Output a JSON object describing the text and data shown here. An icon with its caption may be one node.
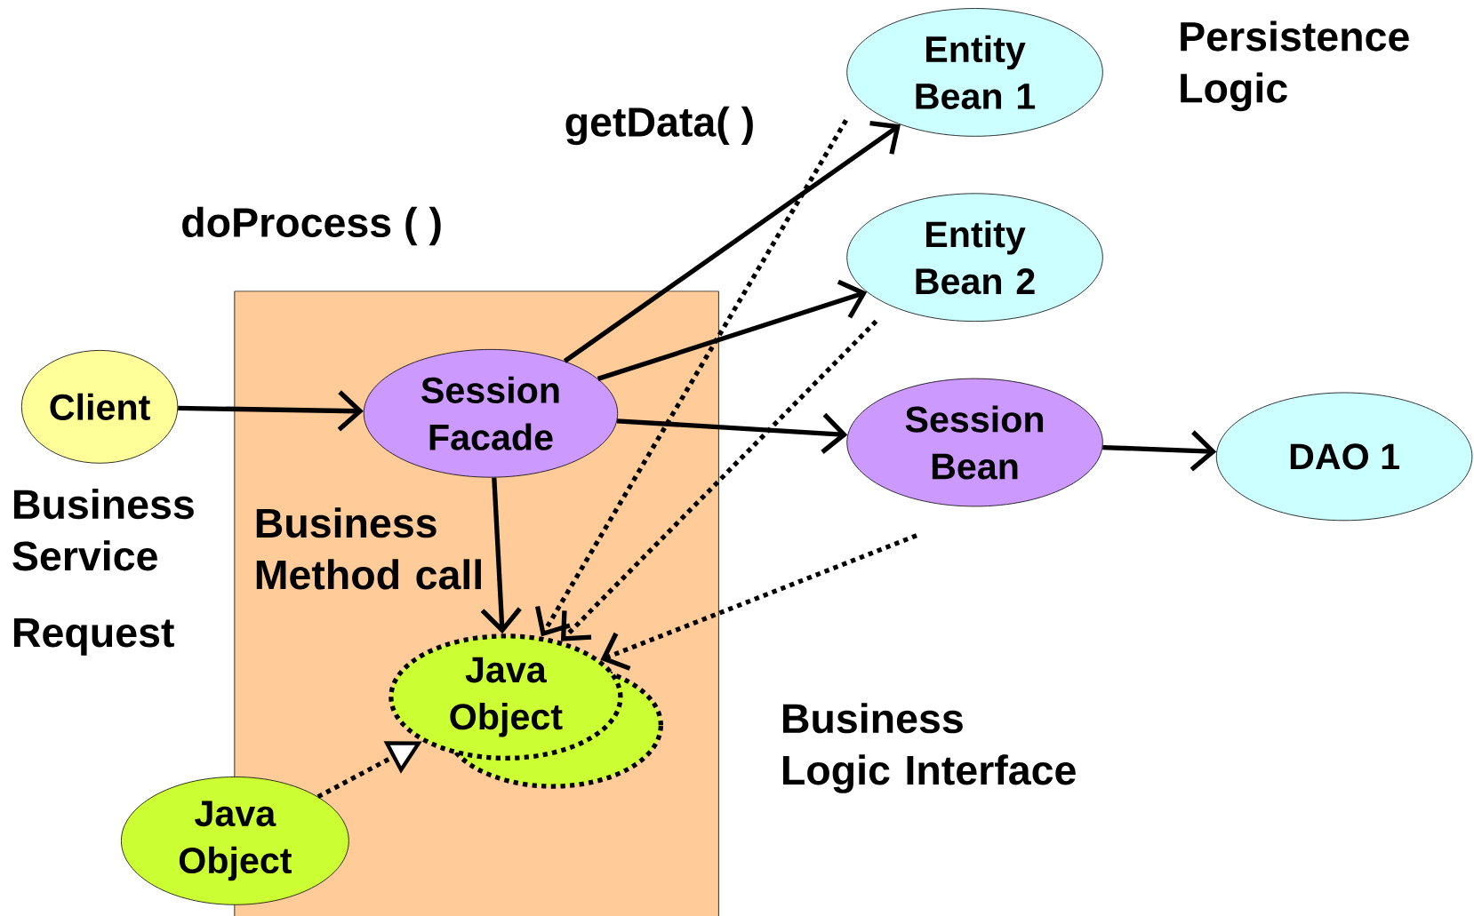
{
  "diagram": {
    "nodes": [
      {
        "text": [
          "Entity Bean 1"
        ]
      },
      {
        "text": [
          "Entity Bean 2"
        ]
      },
      {
        "text": [
          "Client"
        ]
      },
      {
        "text": [
          "Business Method call"
        ]
      },
      {
        "text": [
          "Session Facade"
        ],
        "in": 3
      },
      {
        "text": [
          "Session Bean"
        ]
      },
      {
        "text": [
          "DAO 1"
        ]
      },
      {
        "text": [
          "Java Object"
        ],
        "in": 3
      },
      {
        "text": [
          "Java Object"
        ]
      }
    ],
    "edges": [
      {
        "from": 2,
        "to": 4,
        "arrow": "to"
      },
      {
        "from": 4,
        "to": 0,
        "arrow": "to"
      },
      {
        "from": 4,
        "to": 1,
        "arrow": "to"
      },
      {
        "from": 4,
        "to": 5,
        "arrow": "to"
      },
      {
        "from": 5,
        "to": 6,
        "arrow": "to"
      },
      {
        "from": 4,
        "to": 7,
        "arrow": "to"
      },
      {
        "from": null,
        "to": 7,
        "arrow": "to",
        "style": "dashed"
      },
      {
        "from": null,
        "to": 7,
        "arrow": "to",
        "style": "dashed"
      },
      {
        "from": null,
        "to": 7,
        "arrow": "to",
        "style": "dashed"
      },
      {
        "from": 8,
        "to": 7,
        "arrow": "to",
        "style": "dashed"
      }
    ],
    "labels": [
      "Persistence Logic",
      "getData( )",
      "doProcess ( )",
      "Business Service",
      "Request",
      "Business Logic Interface"
    ]
  }
}
